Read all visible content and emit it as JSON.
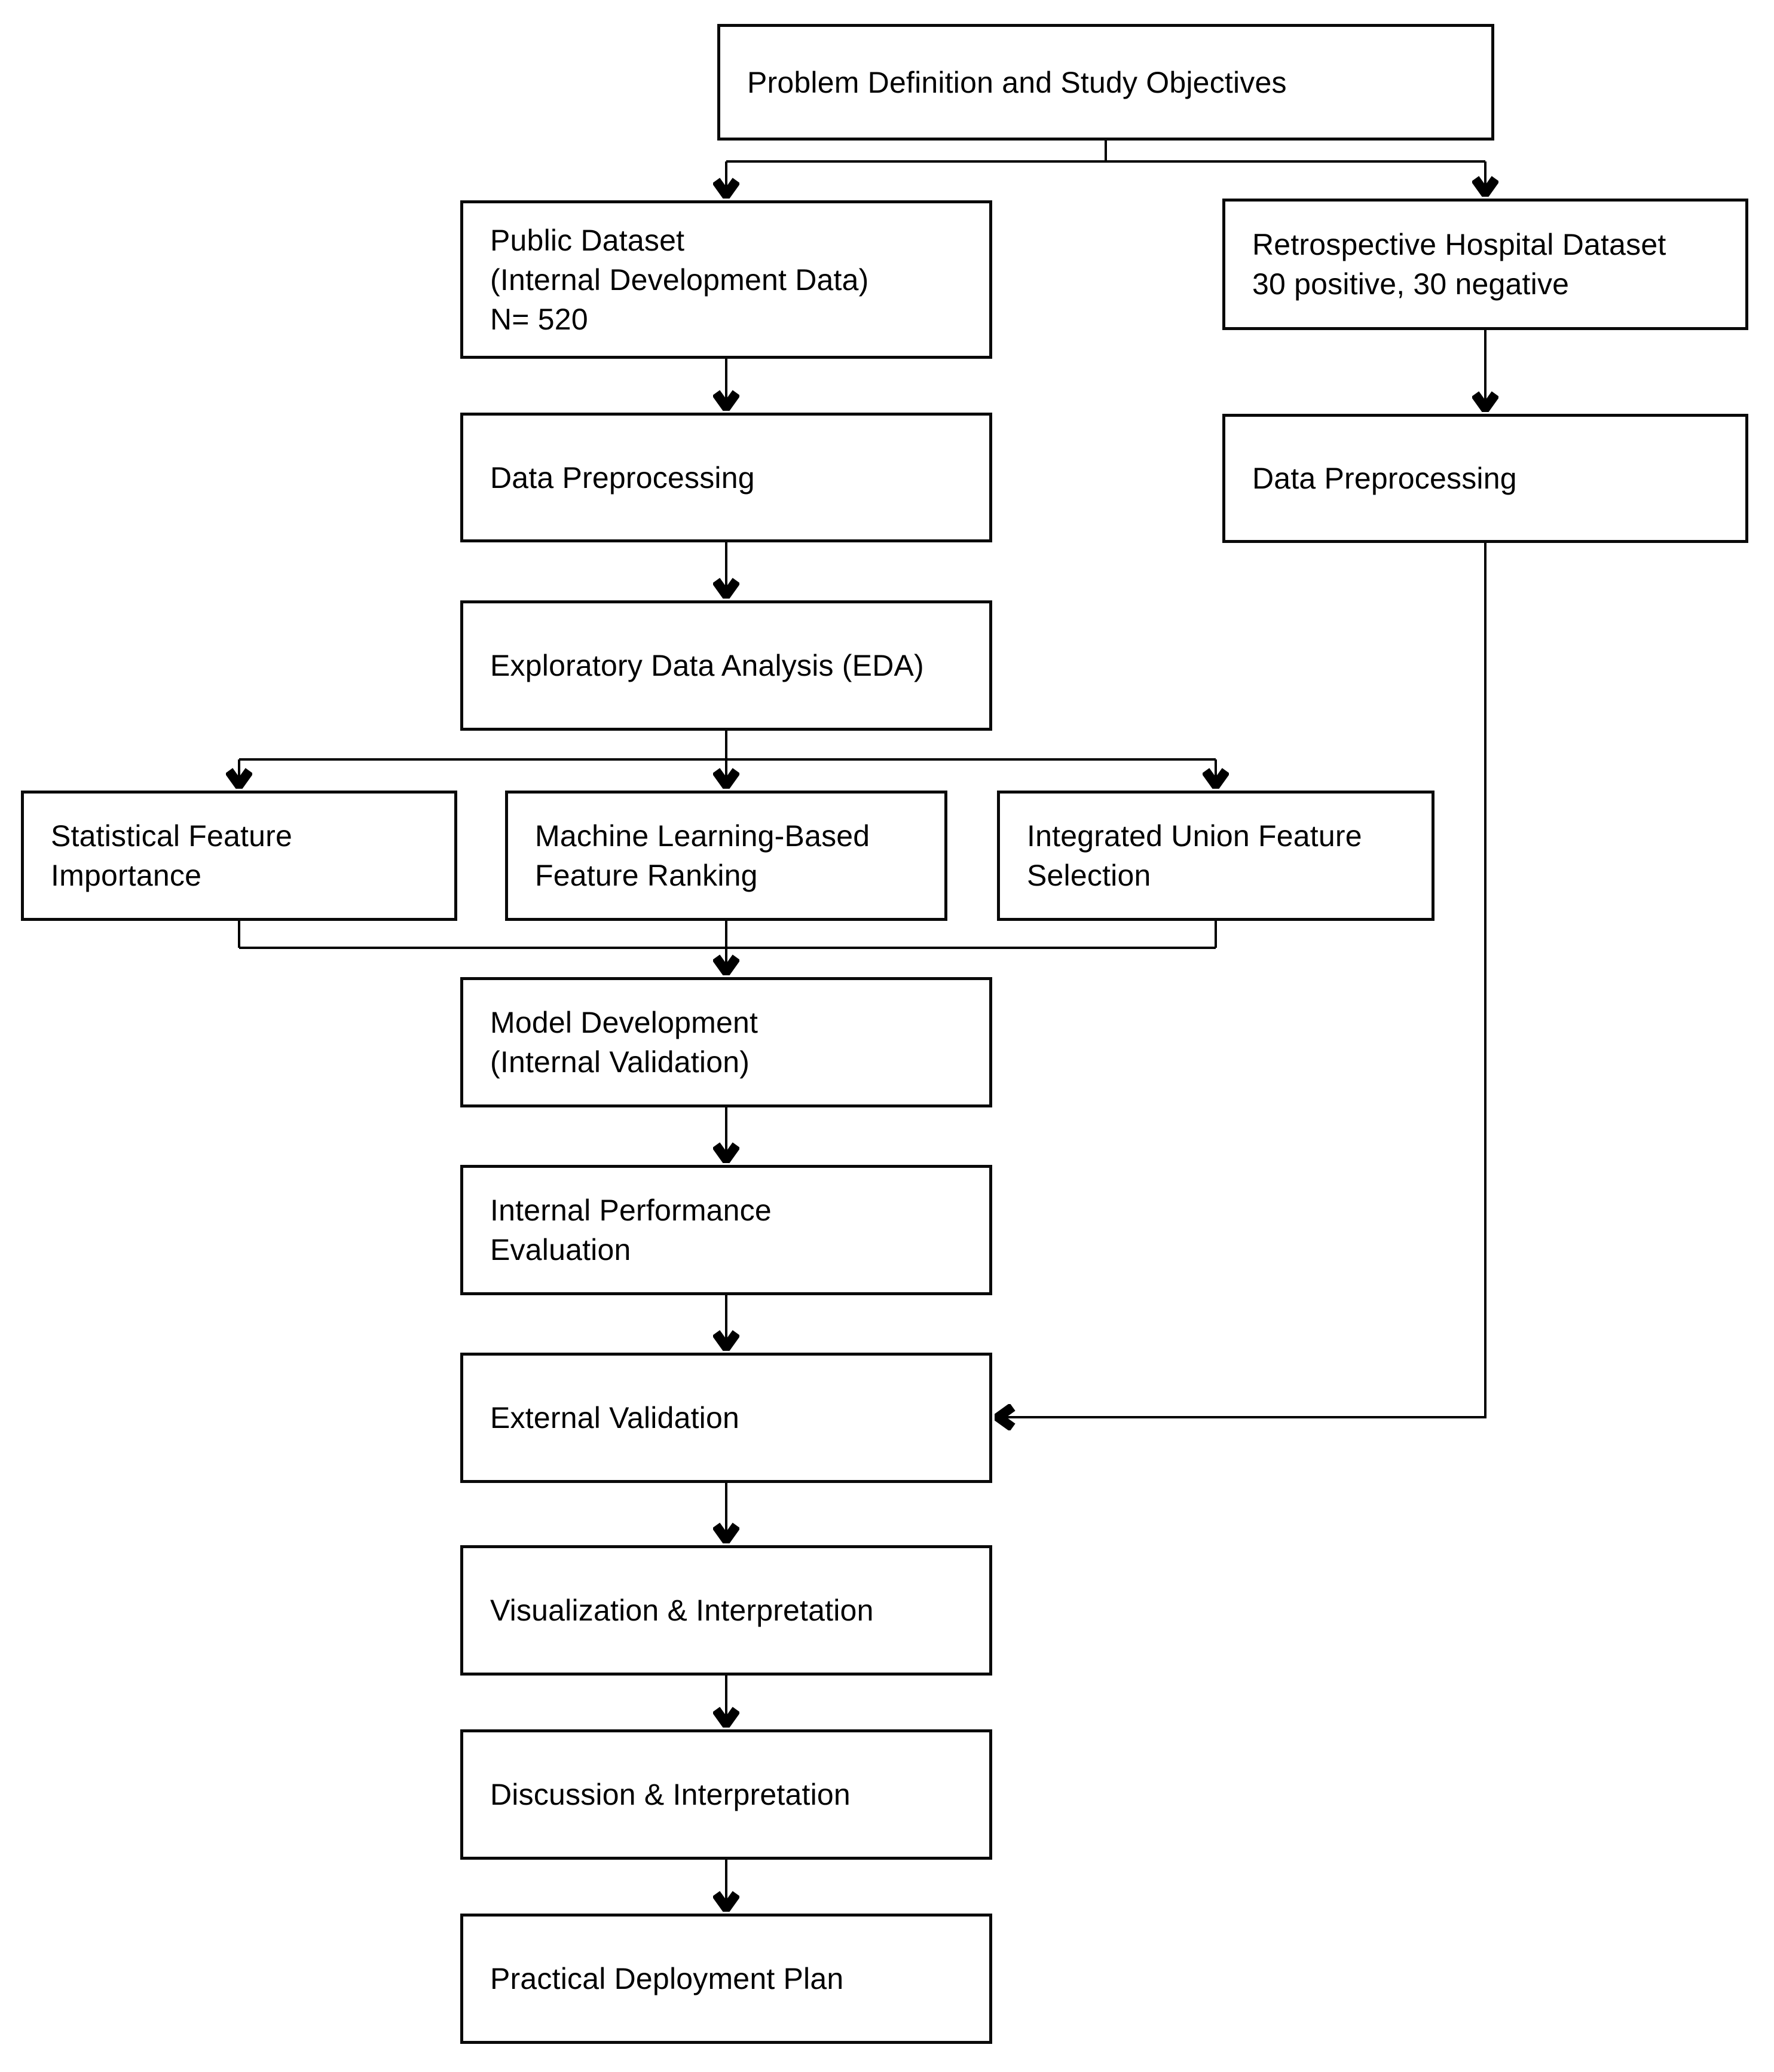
{
  "diagram": {
    "type": "flowchart",
    "colors": {
      "background": "#ffffff",
      "box_fill": "#ffffff",
      "box_border": "#000000",
      "line": "#000000",
      "text": "#000000"
    },
    "nodes": {
      "problem": {
        "label": "Problem Definition and Study Objectives"
      },
      "public_dataset": {
        "label": "Public Dataset\n(Internal Development Data)\nN= 520"
      },
      "hospital_dataset": {
        "label": "Retrospective Hospital Dataset\n30 positive, 30 negative"
      },
      "preprocessing_left": {
        "label": "Data Preprocessing"
      },
      "preprocessing_right": {
        "label": "Data Preprocessing"
      },
      "eda": {
        "label": "Exploratory Data Analysis (EDA)"
      },
      "stat_importance": {
        "label": "Statistical Feature\nImportance"
      },
      "ml_ranking": {
        "label": "Machine Learning-Based\nFeature Ranking"
      },
      "union_selection": {
        "label": "Integrated Union Feature\nSelection"
      },
      "model_dev": {
        "label": "Model Development\n(Internal Validation)"
      },
      "internal_eval": {
        "label": "Internal Performance\nEvaluation"
      },
      "external_validation": {
        "label": "External Validation"
      },
      "visualization": {
        "label": "Visualization & Interpretation"
      },
      "discussion": {
        "label": "Discussion & Interpretation"
      },
      "deployment": {
        "label": "Practical Deployment Plan"
      }
    },
    "edges": [
      {
        "from": "problem",
        "to": "public_dataset"
      },
      {
        "from": "problem",
        "to": "hospital_dataset"
      },
      {
        "from": "public_dataset",
        "to": "preprocessing_left"
      },
      {
        "from": "hospital_dataset",
        "to": "preprocessing_right"
      },
      {
        "from": "preprocessing_left",
        "to": "eda"
      },
      {
        "from": "eda",
        "to": "stat_importance"
      },
      {
        "from": "eda",
        "to": "ml_ranking"
      },
      {
        "from": "eda",
        "to": "union_selection"
      },
      {
        "from": "stat_importance",
        "to": "model_dev"
      },
      {
        "from": "ml_ranking",
        "to": "model_dev"
      },
      {
        "from": "union_selection",
        "to": "model_dev"
      },
      {
        "from": "model_dev",
        "to": "internal_eval"
      },
      {
        "from": "internal_eval",
        "to": "external_validation"
      },
      {
        "from": "preprocessing_right",
        "to": "external_validation"
      },
      {
        "from": "external_validation",
        "to": "visualization"
      },
      {
        "from": "visualization",
        "to": "discussion"
      },
      {
        "from": "discussion",
        "to": "deployment"
      }
    ]
  }
}
